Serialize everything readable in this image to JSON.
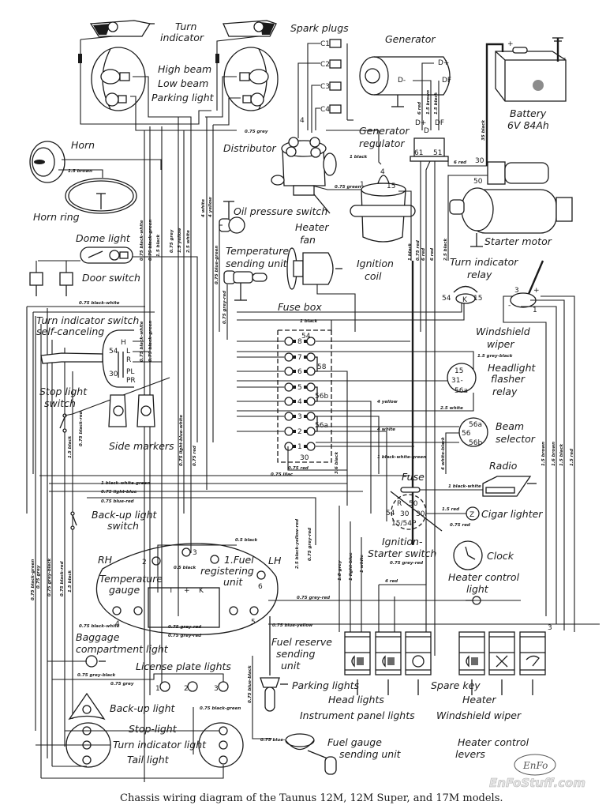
{
  "caption": "Chassis wiring diagram of the Taunus 12M, 12M Super, and 17M models.",
  "watermark": {
    "logo": "EnFo",
    "site": "EnFoStuff.com"
  },
  "components": {
    "turn_indicator": "Turn",
    "turn_indicator_2": "indicator",
    "high_beam": "High beam",
    "low_beam": "Low beam",
    "parking_light": "Parking light",
    "spark_plugs": "Spark plugs",
    "generator": "Generator",
    "battery": "Battery",
    "battery_spec": "6V 84Ah",
    "horn": "Horn",
    "horn_ring": "Horn ring",
    "distributor": "Distributor",
    "generator_regulator_1": "Generator",
    "generator_regulator_2": "regulator",
    "oil_pressure_switch": "Oil pressure switch",
    "temperature_sending_1": "Temperature",
    "temperature_sending_2": "sending unit",
    "heater_fan_1": "Heater",
    "heater_fan_2": "fan",
    "ignition_coil_1": "Ignition",
    "ignition_coil_2": "coil",
    "starter_motor": "Starter motor",
    "dome_light": "Dome light",
    "door_switch": "Door switch",
    "turn_indicator_relay_1": "Turn indicator",
    "turn_indicator_relay_2": "relay",
    "fuse_box": "Fuse box",
    "turn_switch_1": "Turn indicator switch",
    "turn_switch_2": "self-canceling",
    "windshield_wiper_1": "Windshield",
    "windshield_wiper_2": "wiper",
    "headlight_flasher_1": "Headlight",
    "headlight_flasher_2": "flasher",
    "headlight_flasher_3": "relay",
    "stop_light_switch_1": "Stop light",
    "stop_light_switch_2": "switch",
    "beam_selector_1": "Beam",
    "beam_selector_2": "selector",
    "side_markers": "Side markers",
    "radio": "Radio",
    "fuse": "Fuse",
    "cigar_lighter": "Cigar lighter",
    "backup_switch_1": "Back-up light",
    "backup_switch_2": "switch",
    "ignition_switch_1": "Ignition-",
    "ignition_switch_2": "Starter switch",
    "clock": "Clock",
    "rh": "RH",
    "lh": "LH",
    "temp_gauge_1": "Temperature",
    "temp_gauge_2": "gauge",
    "fuel_unit_1": "1.Fuel",
    "fuel_unit_2": "registering",
    "fuel_unit_3": "unit",
    "heater_control_light_1": "Heater control",
    "heater_control_light_2": "light",
    "baggage_1": "Baggage",
    "baggage_2": "compartment light",
    "fuel_reserve_1": "Fuel reserve",
    "fuel_reserve_2": "sending",
    "fuel_reserve_3": "unit",
    "license_plate": "License plate lights",
    "parking_lights": "Parking lights",
    "head_lights": "Head lights",
    "instrument_panel_lights": "Instrument panel lights",
    "spare_key": "Spare key",
    "heater": "Heater",
    "windshield_wiper_sw": "Windshield wiper",
    "backup_light": "Back-up light",
    "stop_light": "Stop-light",
    "turn_indicator_light": "Turn indicator light",
    "tail_light": "Tail light",
    "fuel_gauge_1": "Fuel gauge",
    "fuel_gauge_2": "sending unit",
    "heater_levers_1": "Heater control",
    "heater_levers_2": "levers"
  },
  "terminals": {
    "gen_dplus": "D+",
    "gen_dminus": "D-",
    "gen_df": "DF",
    "reg_dplus": "D+",
    "reg_d": "D",
    "reg_df": "DF",
    "reg_61": "61",
    "reg_51": "51",
    "st_30": "30",
    "st_50": "50",
    "coil_1": "1",
    "coil_4": "4",
    "coil_15": "15",
    "c1": "C1",
    "c2": "C2",
    "c3": "C3",
    "c4": "C4",
    "relay_54": "54",
    "relay_k": "K",
    "relay_15": "15",
    "wiper_3": "3",
    "wiper_plus": "+",
    "wiper_minus": "-",
    "wiper_1": "1",
    "flasher_15": "15",
    "flasher_31": "31-",
    "flasher_56a": "56a",
    "bs_56a": "56a",
    "bs_56": "56",
    "bs_56b": "56b",
    "ts_h": "H",
    "ts_l": "L",
    "ts_r": "R",
    "ts_pl": "PL",
    "ts_pr": "PR",
    "ts_54": "54",
    "ts_30": "30",
    "fuse_54": "54",
    "fuse_58": "58",
    "fuse_56b": "56b",
    "fuse_56a": "56a",
    "fuse_30": "30",
    "fuse_numbers": [
      "8",
      "7",
      "6",
      "5",
      "4",
      "3",
      "2",
      "1"
    ],
    "ign_r": "R",
    "ign_50": "50",
    "ign_54": "54",
    "ign_30": "30",
    "ign_30_1": "30",
    "ign_15_54": "15/54",
    "ign_p": "P",
    "gauge_t": "T",
    "gauge_plus": "+",
    "gauge_k": "K",
    "lamp_2": "2",
    "lamp_3": "3",
    "lamp_4": "4",
    "lamp_5": "5",
    "lamp_6": "6",
    "lp_1": "1",
    "lp_2": "2",
    "lp_3": "3",
    "sw_3": "3"
  },
  "wires": {
    "grey_075": "0.75 grey",
    "brown_15": "1.5 brown",
    "red_6": "6 red",
    "brown_15b": "1.5 brown",
    "black_15": "1.5 black",
    "black_35": "35 black",
    "black_1": "1 black",
    "green_075": "0.75 green",
    "red_6b": "6 red",
    "black_white_075": "0.75 black-white",
    "black_green_075": "0.75 black-green",
    "black_15b": "1.5 black",
    "grey_075b": "0.75 grey",
    "yellow_15": "1.5 yellow",
    "white_25": "2.5 white",
    "white_4": "4 white",
    "yellow_4": "4 yellow",
    "blue_green_075": "0.75 blue-green",
    "grey_red_075": "0.75 grey-red",
    "black_1b": "1 black",
    "red_075": "0.75 red",
    "red_6c": "6 red",
    "red_6d": "6 red",
    "black_25": "2.5 black",
    "black_white_075b": "0.75 black-white",
    "black_green_075b": "0.75 black-green",
    "black_1c": "1 black",
    "grey_black_15": "1.5 grey-black",
    "black_white_075c": "0.75 black-white",
    "black_red_075": "0.75 black-red",
    "black_15c": "1.5 black",
    "light_blue_white_075": "0.75 light-blue-white",
    "red_075b": "0.75 red",
    "yellow_4b": "4 yellow",
    "white_4b": "4 white",
    "white_25b": "2.5 white",
    "bwg_1": "1 black-white-green",
    "white_black_4": "4 white-black",
    "red_075c": "0.75 red",
    "lilac_075": "0.75 lilac",
    "black_36": "3.6 black",
    "bwg_1b": "1 black-white-green",
    "light_blue_075": "0.75 light-blue",
    "blue_red_075": "0.75 blue-red",
    "brown_15c": "1.5 brown",
    "brown_16": "1.6 brown",
    "black_15d": "1.5 black",
    "red_15": "1.5 red",
    "black_white_1": "1 black-white",
    "red_15b": "1.5 red",
    "red_075d": "0.75 red",
    "black_05": "0.5 black",
    "black_05b": "0.5 black",
    "byr_25": "2.5 black-yellow-red",
    "grey_red_075b": "0.75 grey-red",
    "grey_18": "1.8 grey",
    "light_blue_1": "1 light-blue",
    "white_1": "1 white",
    "grey_red_075c": "0.75 grey-red",
    "red_4": "4 red",
    "grey_red_075d": "0.75 grey-red",
    "black_green_075c": "0.75 black-green",
    "grey_075c": "0.75 grey",
    "grey_black_075": "0.75 grey-black",
    "black_red_075b": "0.75 black-red",
    "black_15e": "1.5 black",
    "black_white_075d": "0.75 black-white",
    "grey_red_075e": "0.75 grey-red",
    "grey_red_075f": "0.75 grey-red",
    "blue_yellow_075": "0.75 blue-yellow",
    "grey_black_075b": "0.75 grey-black",
    "grey_075d": "0.75 grey",
    "black_green_075d": "0.75 black-green",
    "blue_black_075": "0.75 blue-black",
    "blue_red_075b": "0.75 blue-red"
  }
}
